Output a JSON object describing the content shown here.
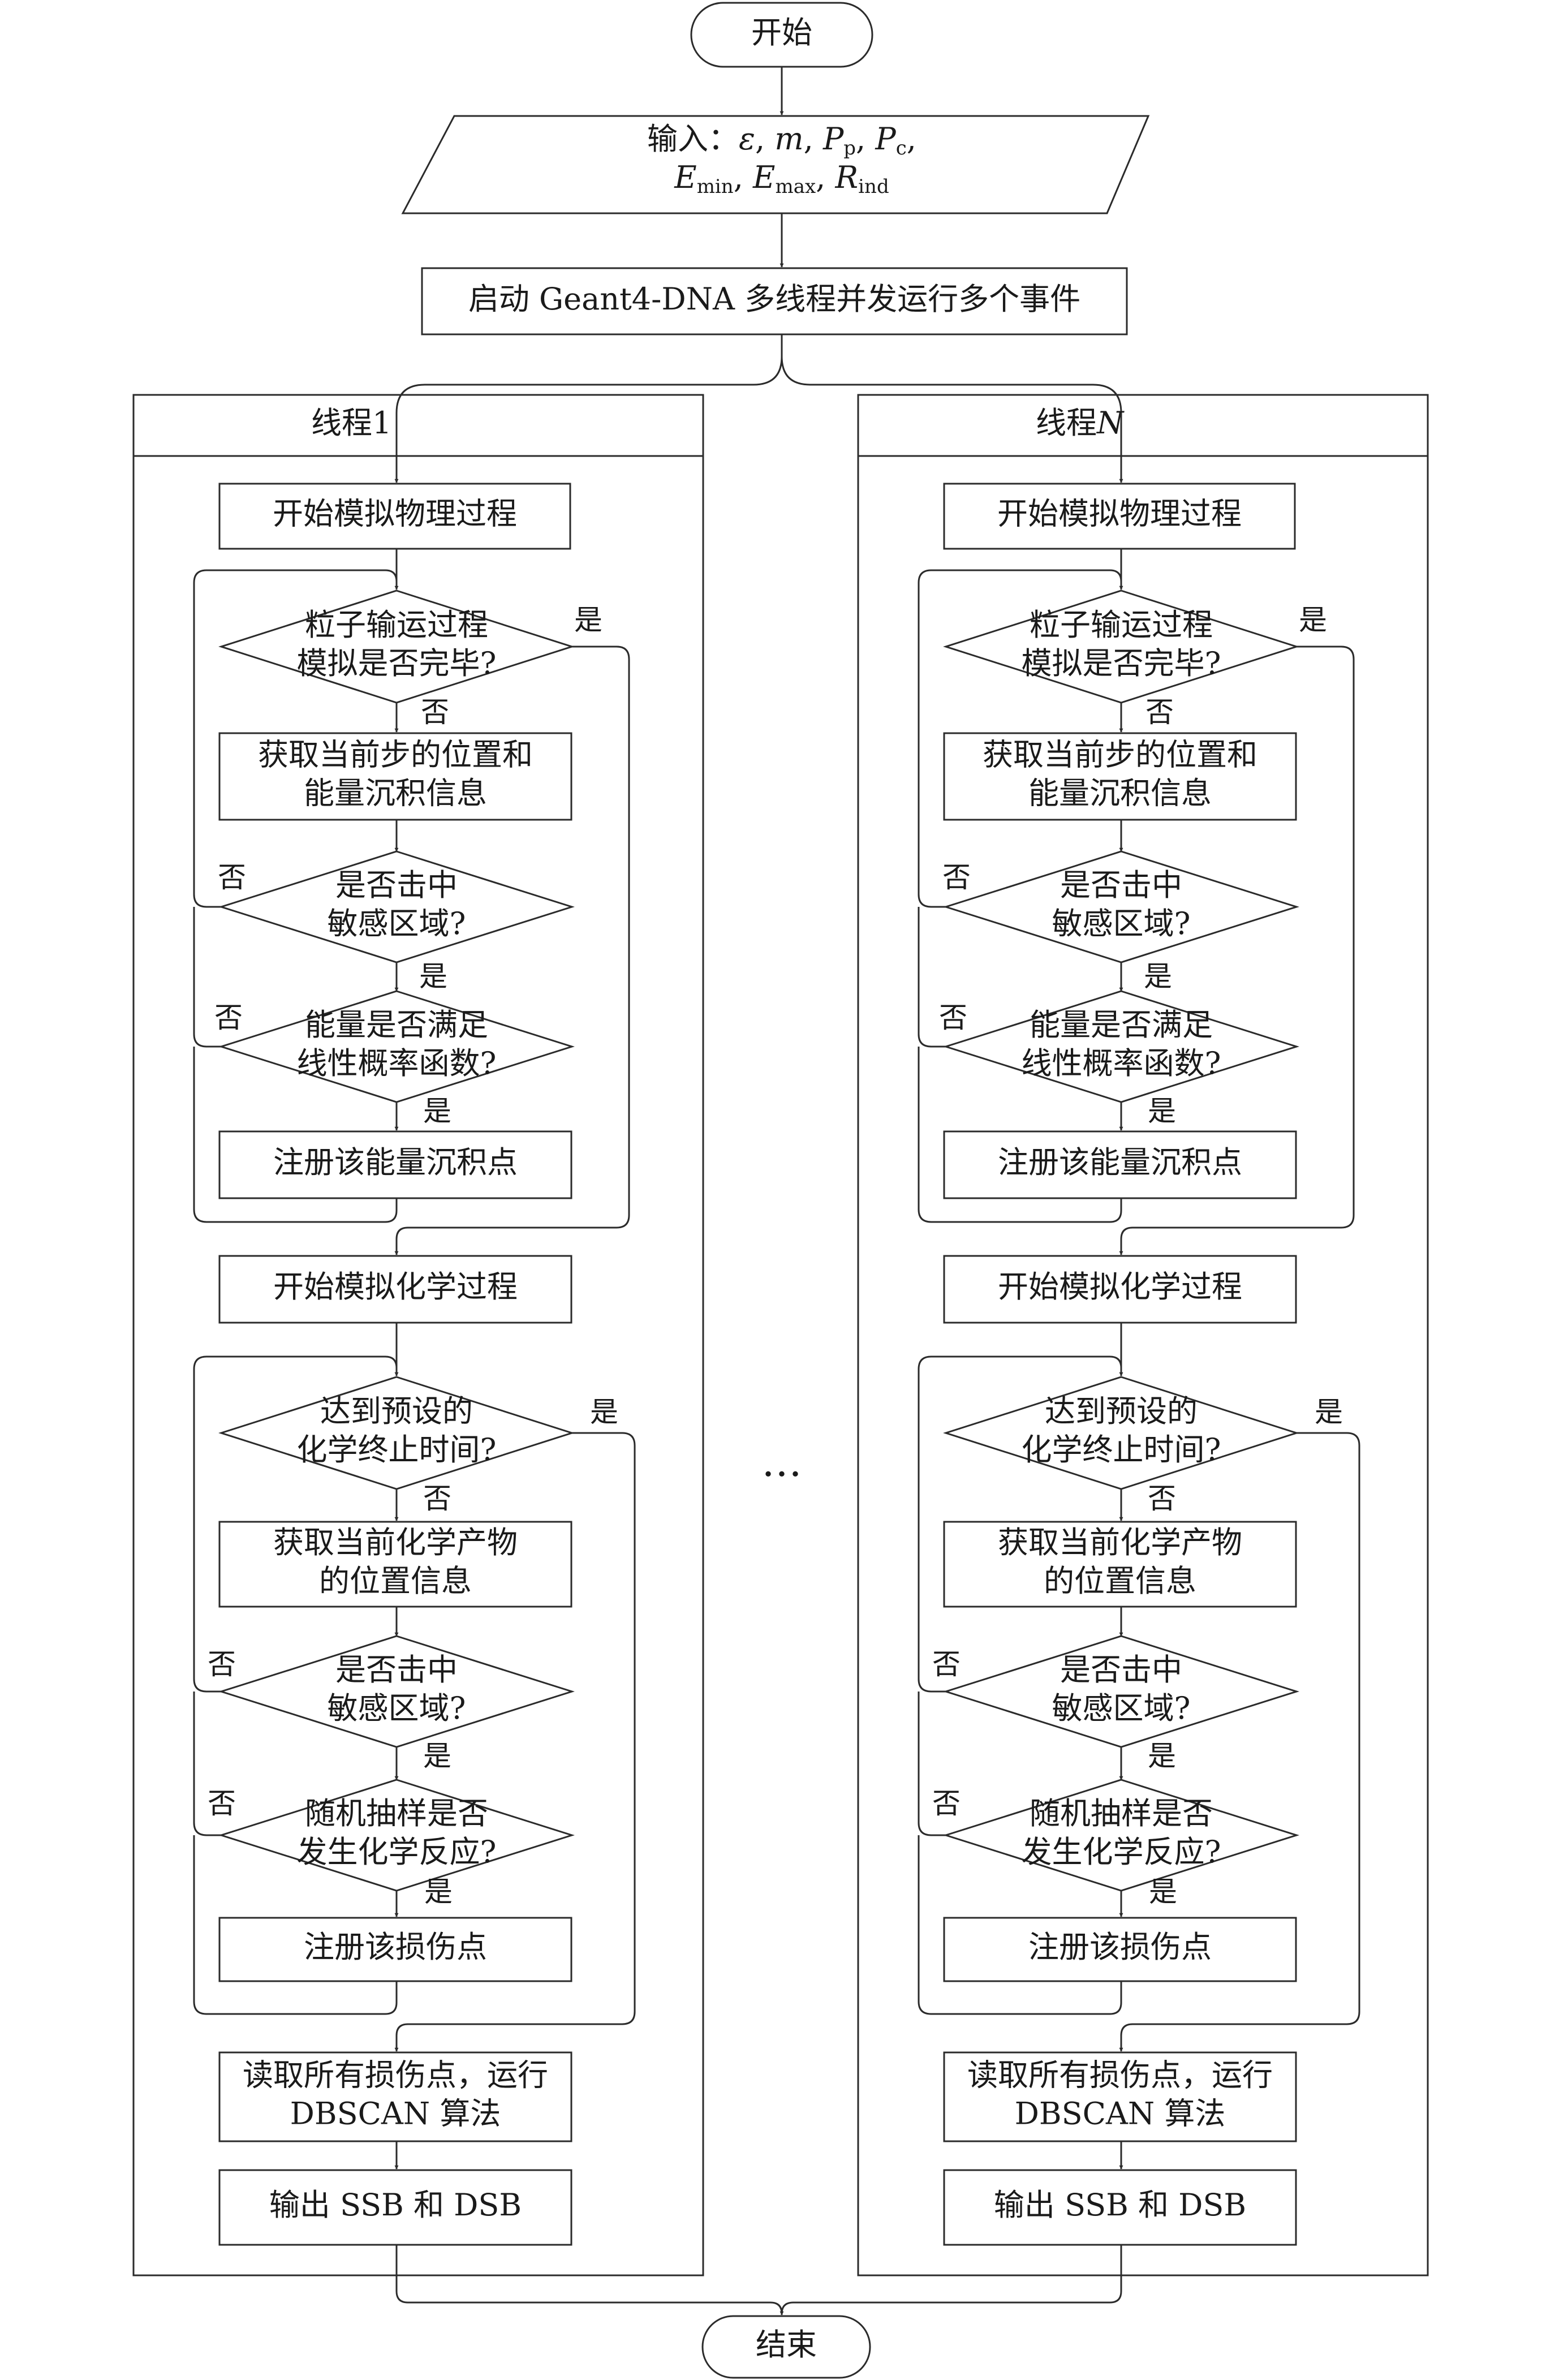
{
  "start_label": "开始",
  "end_label": "结束",
  "input_prefix": "输入：",
  "input_sep": ", ",
  "input_params_line1": [
    {
      "sym": "ε",
      "sub": ""
    },
    {
      "sym": "m",
      "sub": ""
    },
    {
      "sym": "P",
      "sub": "p"
    },
    {
      "sym": "P",
      "sub": "c"
    }
  ],
  "input_params_line2": [
    {
      "sym": "E",
      "sub": "min"
    },
    {
      "sym": "E",
      "sub": "max"
    },
    {
      "sym": "R",
      "sub": "ind"
    }
  ],
  "input_trailing": ",",
  "launch_label": "启动 Geant4-DNA 多线程并发运行多个事件",
  "ellipsis": "…",
  "threads": [
    {
      "title_prefix": "线程",
      "title_value": "1",
      "title_italic": false
    },
    {
      "title_prefix": "线程",
      "title_value": "N",
      "title_italic": true
    }
  ],
  "steps": {
    "physics_start": [
      "开始模拟物理过程"
    ],
    "transport_done": [
      "粒子输运过程",
      "模拟是否完毕?"
    ],
    "get_step": [
      "获取当前步的位置和",
      "能量沉积信息"
    ],
    "hit_physics": [
      "是否击中",
      "敏感区域?"
    ],
    "energy_check": [
      "能量是否满足",
      "线性概率函数?"
    ],
    "register_energy": [
      "注册该能量沉积点"
    ],
    "chem_start": [
      "开始模拟化学过程"
    ],
    "chem_time": [
      "达到预设的",
      "化学终止时间?"
    ],
    "get_chem": [
      "获取当前化学产物",
      "的位置信息"
    ],
    "hit_chem": [
      "是否击中",
      "敏感区域?"
    ],
    "reaction": [
      "随机抽样是否",
      "发生化学反应?"
    ],
    "register_damage": [
      "注册该损伤点"
    ],
    "dbscan": [
      "读取所有损伤点，运行",
      "DBSCAN 算法"
    ],
    "output": [
      "输出 SSB 和 DSB"
    ]
  },
  "edge_labels": {
    "yes": "是",
    "no": "否"
  }
}
